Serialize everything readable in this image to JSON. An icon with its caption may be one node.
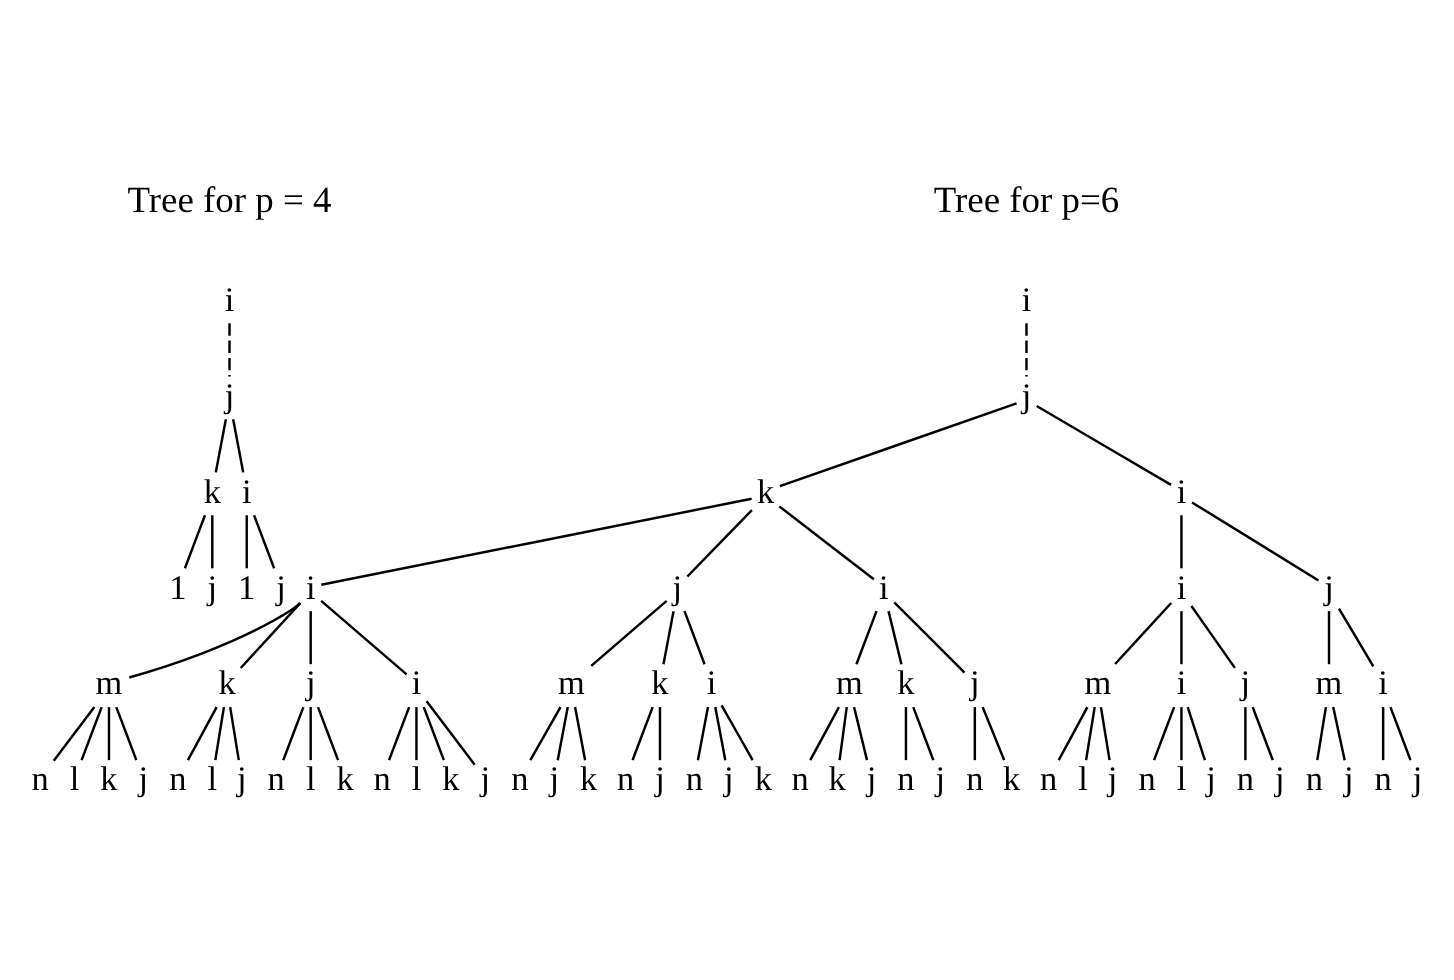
{
  "diagram": {
    "nodes": [
      {
        "text": [
          "i"
        ]
      },
      {
        "text": [
          "j"
        ]
      },
      {
        "text": [
          "k"
        ]
      },
      {
        "text": [
          "i"
        ]
      },
      {
        "text": [
          "1"
        ]
      },
      {
        "text": [
          "j"
        ]
      },
      {
        "text": [
          "1"
        ]
      },
      {
        "text": [
          "j"
        ]
      },
      {
        "text": [
          "i"
        ]
      },
      {
        "text": [
          "j"
        ]
      },
      {
        "text": [
          "k"
        ]
      },
      {
        "text": [
          "i"
        ]
      },
      {
        "text": [
          "i"
        ]
      },
      {
        "text": [
          "j"
        ]
      },
      {
        "text": [
          "i"
        ]
      },
      {
        "text": [
          "m"
        ]
      },
      {
        "text": [
          "k"
        ]
      },
      {
        "text": [
          "j"
        ]
      },
      {
        "text": [
          "i"
        ]
      },
      {
        "text": [
          "n"
        ]
      },
      {
        "text": [
          "l"
        ]
      },
      {
        "text": [
          "k"
        ]
      },
      {
        "text": [
          "j"
        ]
      },
      {
        "text": [
          "n"
        ]
      },
      {
        "text": [
          "l"
        ]
      },
      {
        "text": [
          "j"
        ]
      },
      {
        "text": [
          "n"
        ]
      },
      {
        "text": [
          "l"
        ]
      },
      {
        "text": [
          "k"
        ]
      },
      {
        "text": [
          "n"
        ]
      },
      {
        "text": [
          "l"
        ]
      },
      {
        "text": [
          "k"
        ]
      },
      {
        "text": [
          "j"
        ]
      },
      {
        "text": [
          "m"
        ]
      },
      {
        "text": [
          "k"
        ]
      },
      {
        "text": [
          "i"
        ]
      },
      {
        "text": [
          "n"
        ]
      },
      {
        "text": [
          "j"
        ]
      },
      {
        "text": [
          "k"
        ]
      },
      {
        "text": [
          "n"
        ]
      },
      {
        "text": [
          "j"
        ]
      },
      {
        "text": [
          "n"
        ]
      },
      {
        "text": [
          "j"
        ]
      },
      {
        "text": [
          "k"
        ]
      },
      {
        "text": [
          "m"
        ]
      },
      {
        "text": [
          "k"
        ]
      },
      {
        "text": [
          "j"
        ]
      },
      {
        "text": [
          "n"
        ]
      },
      {
        "text": [
          "k"
        ]
      },
      {
        "text": [
          "j"
        ]
      },
      {
        "text": [
          "n"
        ]
      },
      {
        "text": [
          "j"
        ]
      },
      {
        "text": [
          "n"
        ]
      },
      {
        "text": [
          "k"
        ]
      },
      {
        "text": [
          "i"
        ]
      },
      {
        "text": [
          "j"
        ]
      },
      {
        "text": [
          "m"
        ]
      },
      {
        "text": [
          "i"
        ]
      },
      {
        "text": [
          "j"
        ]
      },
      {
        "text": [
          "n"
        ]
      },
      {
        "text": [
          "l"
        ]
      },
      {
        "text": [
          "j"
        ]
      },
      {
        "text": [
          "n"
        ]
      },
      {
        "text": [
          "l"
        ]
      },
      {
        "text": [
          "j"
        ]
      },
      {
        "text": [
          "n"
        ]
      },
      {
        "text": [
          "j"
        ]
      },
      {
        "text": [
          "m"
        ]
      },
      {
        "text": [
          "i"
        ]
      },
      {
        "text": [
          "n"
        ]
      },
      {
        "text": [
          "j"
        ]
      },
      {
        "text": [
          "n"
        ]
      },
      {
        "text": [
          "j"
        ]
      }
    ],
    "edges": [
      {
        "from": 0,
        "to": 1,
        "arrow": "none",
        "style": "dashed"
      },
      {
        "from": 1,
        "to": 2,
        "arrow": "none"
      },
      {
        "from": 1,
        "to": 3,
        "arrow": "none"
      },
      {
        "from": 2,
        "to": 4,
        "arrow": "none"
      },
      {
        "from": 2,
        "to": 5,
        "arrow": "none"
      },
      {
        "from": 3,
        "to": 6,
        "arrow": "none"
      },
      {
        "from": 3,
        "to": 7,
        "arrow": "none"
      },
      {
        "from": 8,
        "to": 9,
        "arrow": "none",
        "style": "dashed"
      },
      {
        "from": 9,
        "to": 10,
        "arrow": "none"
      },
      {
        "from": 9,
        "to": 11,
        "arrow": "none"
      },
      {
        "from": 10,
        "to": 12,
        "arrow": "none"
      },
      {
        "from": 10,
        "to": 13,
        "arrow": "none"
      },
      {
        "from": 10,
        "to": 14,
        "arrow": "none"
      },
      {
        "from": 12,
        "to": 15,
        "arrow": "none"
      },
      {
        "from": 12,
        "to": 16,
        "arrow": "none"
      },
      {
        "from": 12,
        "to": 17,
        "arrow": "none"
      },
      {
        "from": 12,
        "to": 18,
        "arrow": "none"
      },
      {
        "from": 15,
        "to": 19,
        "arrow": "none"
      },
      {
        "from": 15,
        "to": 20,
        "arrow": "none"
      },
      {
        "from": 15,
        "to": 21,
        "arrow": "none"
      },
      {
        "from": 15,
        "to": 22,
        "arrow": "none"
      },
      {
        "from": 16,
        "to": 23,
        "arrow": "none"
      },
      {
        "from": 16,
        "to": 24,
        "arrow": "none"
      },
      {
        "from": 16,
        "to": 25,
        "arrow": "none"
      },
      {
        "from": 17,
        "to": 26,
        "arrow": "none"
      },
      {
        "from": 17,
        "to": 27,
        "arrow": "none"
      },
      {
        "from": 17,
        "to": 28,
        "arrow": "none"
      },
      {
        "from": 18,
        "to": 29,
        "arrow": "none"
      },
      {
        "from": 18,
        "to": 30,
        "arrow": "none"
      },
      {
        "from": 18,
        "to": 31,
        "arrow": "none"
      },
      {
        "from": 18,
        "to": 32,
        "arrow": "none"
      },
      {
        "from": 13,
        "to": 33,
        "arrow": "none"
      },
      {
        "from": 13,
        "to": 34,
        "arrow": "none"
      },
      {
        "from": 13,
        "to": 35,
        "arrow": "none"
      },
      {
        "from": 33,
        "to": 36,
        "arrow": "none"
      },
      {
        "from": 33,
        "to": 37,
        "arrow": "none"
      },
      {
        "from": 33,
        "to": 38,
        "arrow": "none"
      },
      {
        "from": 34,
        "to": 39,
        "arrow": "none"
      },
      {
        "from": 34,
        "to": 40,
        "arrow": "none"
      },
      {
        "from": 35,
        "to": 41,
        "arrow": "none"
      },
      {
        "from": 35,
        "to": 42,
        "arrow": "none"
      },
      {
        "from": 35,
        "to": 43,
        "arrow": "none"
      },
      {
        "from": 14,
        "to": 44,
        "arrow": "none"
      },
      {
        "from": 14,
        "to": 45,
        "arrow": "none"
      },
      {
        "from": 14,
        "to": 46,
        "arrow": "none"
      },
      {
        "from": 44,
        "to": 47,
        "arrow": "none"
      },
      {
        "from": 44,
        "to": 48,
        "arrow": "none"
      },
      {
        "from": 44,
        "to": 49,
        "arrow": "none"
      },
      {
        "from": 45,
        "to": 50,
        "arrow": "none"
      },
      {
        "from": 45,
        "to": 51,
        "arrow": "none"
      },
      {
        "from": 46,
        "to": 52,
        "arrow": "none"
      },
      {
        "from": 46,
        "to": 53,
        "arrow": "none"
      },
      {
        "from": 11,
        "to": 54,
        "arrow": "none"
      },
      {
        "from": 11,
        "to": 55,
        "arrow": "none"
      },
      {
        "from": 54,
        "to": 56,
        "arrow": "none"
      },
      {
        "from": 54,
        "to": 57,
        "arrow": "none"
      },
      {
        "from": 54,
        "to": 58,
        "arrow": "none"
      },
      {
        "from": 56,
        "to": 59,
        "arrow": "none"
      },
      {
        "from": 56,
        "to": 60,
        "arrow": "none"
      },
      {
        "from": 56,
        "to": 61,
        "arrow": "none"
      },
      {
        "from": 57,
        "to": 62,
        "arrow": "none"
      },
      {
        "from": 57,
        "to": 63,
        "arrow": "none"
      },
      {
        "from": 57,
        "to": 64,
        "arrow": "none"
      },
      {
        "from": 58,
        "to": 65,
        "arrow": "none"
      },
      {
        "from": 58,
        "to": 66,
        "arrow": "none"
      },
      {
        "from": 55,
        "to": 67,
        "arrow": "none"
      },
      {
        "from": 55,
        "to": 68,
        "arrow": "none"
      },
      {
        "from": 67,
        "to": 69,
        "arrow": "none"
      },
      {
        "from": 67,
        "to": 70,
        "arrow": "none"
      },
      {
        "from": 68,
        "to": 71,
        "arrow": "none"
      },
      {
        "from": 68,
        "to": 72,
        "arrow": "none"
      }
    ],
    "labels": [
      "Tree for p = 4",
      "Tree for p=6"
    ]
  }
}
